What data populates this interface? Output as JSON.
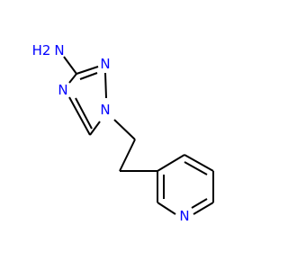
{
  "structure": {
    "atoms": {
      "amine_n": "N",
      "amine_h2": "H2",
      "triazole_n2": "N",
      "triazole_n4": "N",
      "triazole_n1": "N",
      "pyridine_n": "N"
    },
    "colors": {
      "bond": "#000000",
      "nitrogen": "#0000ff"
    }
  }
}
